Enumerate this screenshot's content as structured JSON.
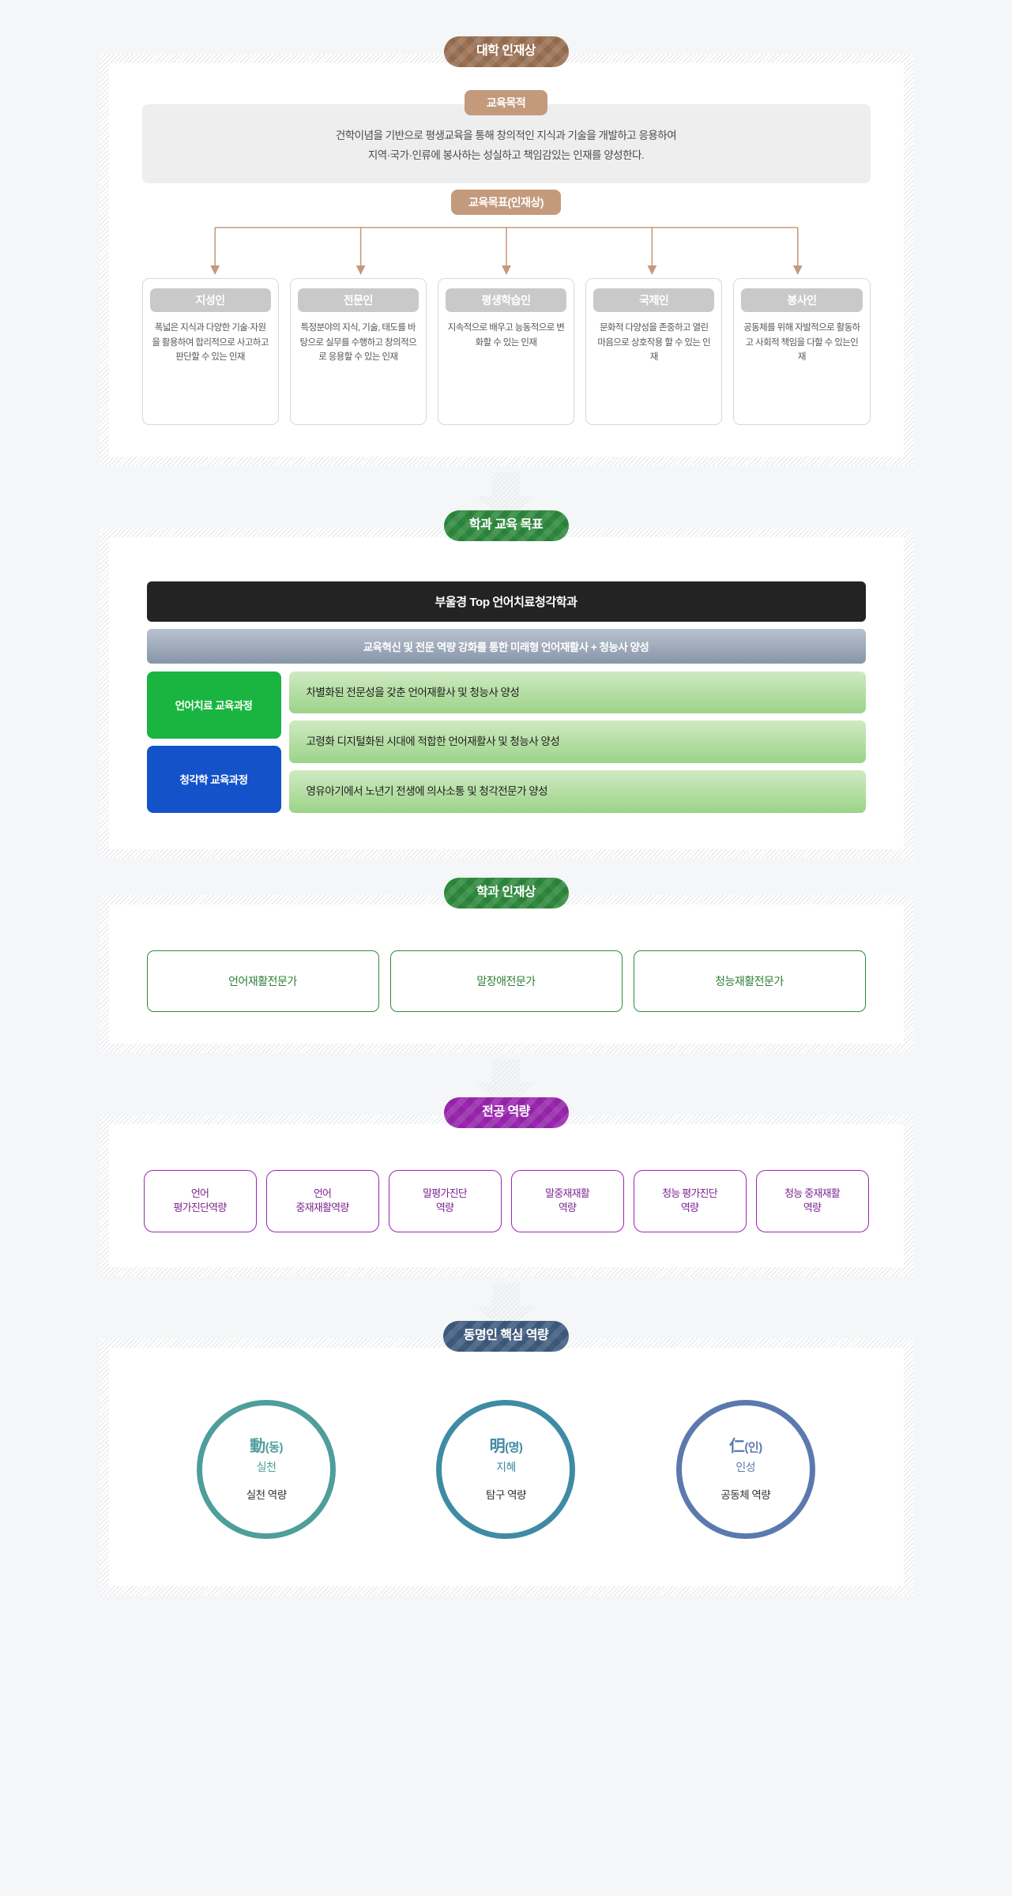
{
  "sections": {
    "university": {
      "badge": "대학 인재상",
      "purpose_label": "교육목적",
      "purpose_text_line1": "건학이념을 기반으로 평생교육을 통해 창의적인 지식과 기술을 개발하고 응용하여",
      "purpose_text_line2": "지역·국가·인류에 봉사하는 성실하고 책임감있는 인재를 양성한다.",
      "goal_label": "교육목표(인재상)",
      "cards": [
        {
          "title": "지성인",
          "desc": "폭넓은 지식과 다양한 기술·자원을 활용하여 합리적으로 사고하고 판단할 수 있는 인재"
        },
        {
          "title": "전문인",
          "desc": "특정분야의 지식, 기술, 태도를 바탕으로 실무를 수행하고 창의적으로 응용할 수 있는 인재"
        },
        {
          "title": "평생학습인",
          "desc": "지속적으로 배우고 능동적으로 변화할 수 있는 인재"
        },
        {
          "title": "국제인",
          "desc": "문화적 다양성을 존중하고 열린 마음으로 상호작용 할 수 있는 인재"
        },
        {
          "title": "봉사인",
          "desc": "공동체를 위해 자발적으로 활동하고 사회적 책임을 다할 수 있는인재"
        }
      ]
    },
    "dept_goals": {
      "badge": "학과 교육 목표",
      "title_bar": "부울경 Top 언어치료청각학과",
      "sub_bar": "교육혁신 및 전문 역량 강화를 통한 미래형 언어재활사 + 청능사 양성",
      "tags": [
        {
          "label": "언어치료 교육과정",
          "color": "#19b540"
        },
        {
          "label": "청각학 교육과정",
          "color": "#1352c9"
        }
      ],
      "rows": [
        "차별화된 전문성을 갖춘 언어재활사 및 청능사 양성",
        "고령화 디지털화된 시대에 적합한 언어재활사 및 청능사 양성",
        "영유아기에서 노년기 전생에 의사소통 및 청각전문가 양성"
      ]
    },
    "dept_talent": {
      "badge": "학과 인재상",
      "boxes": [
        "언어재활전문가",
        "말장애전문가",
        "청능재활전문가"
      ]
    },
    "major_competency": {
      "badge": "전공 역량",
      "boxes": [
        "언어\n평가진단역량",
        "언어\n중재재활역량",
        "말평가진단\n역량",
        "말중재재활\n역량",
        "청능 평가진단\n역량",
        "청능 중재재활\n역량"
      ]
    },
    "core_competency": {
      "badge": "동명인 핵심 역량",
      "circles": [
        {
          "hanja": "動",
          "paren": "(동)",
          "korean": "실천",
          "caption": "실천 역량",
          "color": "#4e9e9b"
        },
        {
          "hanja": "明",
          "paren": "(명)",
          "korean": "지혜",
          "caption": "탐구 역량",
          "color": "#3f8ba4"
        },
        {
          "hanja": "仁",
          "paren": "(인)",
          "korean": "인성",
          "caption": "공동체 역량",
          "color": "#5b79ae"
        }
      ]
    }
  },
  "colors": {
    "brown": "#9c7254",
    "light_brown": "#c49a7d",
    "green": "#2e8b3d",
    "purple": "#9b27b0",
    "navy": "#3f5c80",
    "black_bar": "#232323"
  }
}
